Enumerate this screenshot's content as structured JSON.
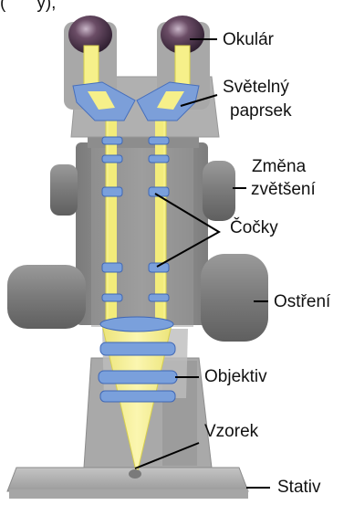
{
  "top_fragment": "(",
  "top_fragment_suffix": "y),",
  "labels": {
    "eyepiece": "Okulár",
    "light_beam_line1": "Světelný",
    "light_beam_line2": "paprsek",
    "zoom_line1": "Změna",
    "zoom_line2": "zvětšení",
    "lenses": "Čočky",
    "focus": "Ostření",
    "objective": "Objektiv",
    "sample": "Vzorek",
    "stand": "Stativ"
  },
  "colors": {
    "body": "#8f8f8f",
    "body_dark": "#6e6e6e",
    "body_light": "#b9b9b9",
    "beam": "#f6f08a",
    "beam_edge": "#e5dc52",
    "lens": "#6f98d8",
    "lens_edge": "#3f67b5",
    "eyepiece_glass": "#3b2a44",
    "leader": "#000000"
  }
}
